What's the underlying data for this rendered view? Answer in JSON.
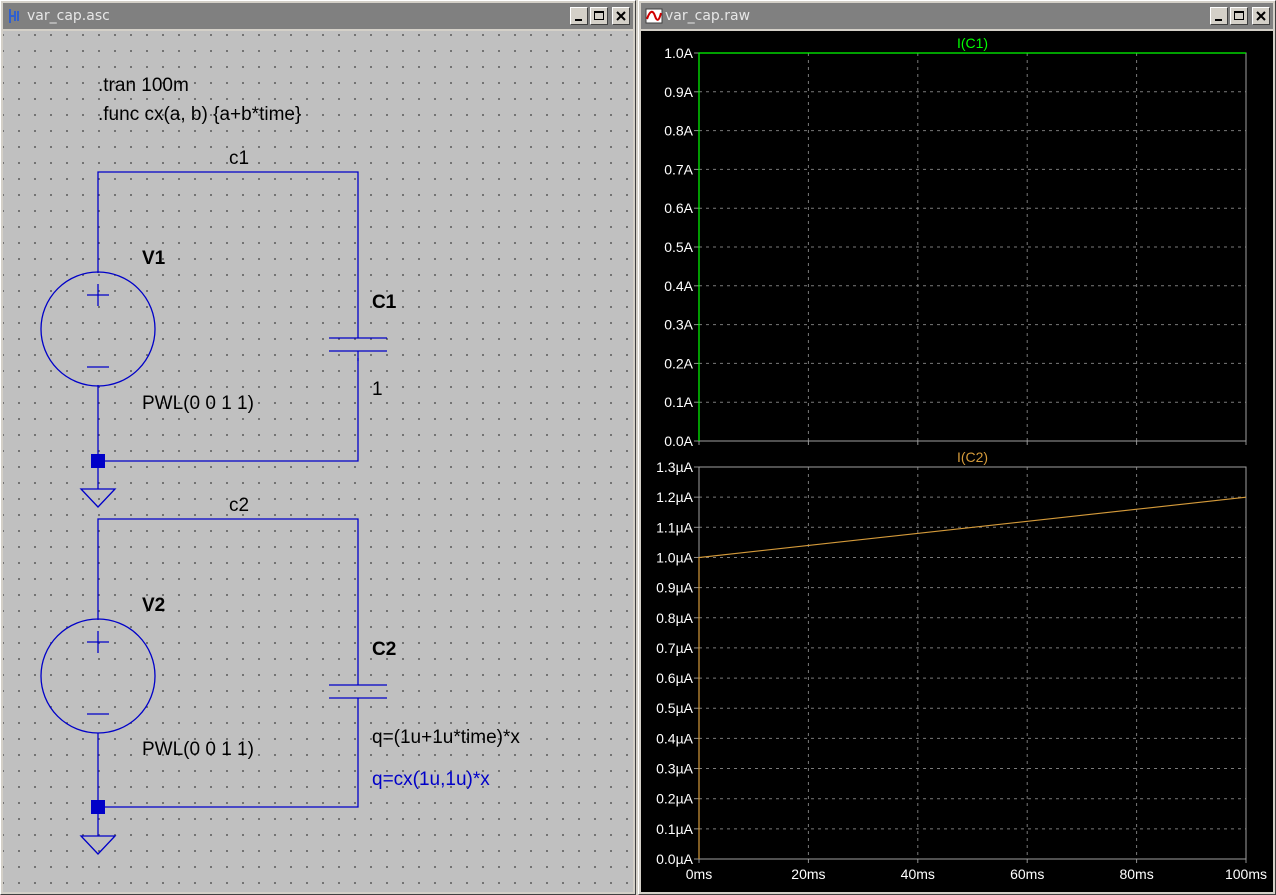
{
  "windows": {
    "schematic": {
      "title": "var_cap.asc"
    },
    "waveform": {
      "title": "var_cap.raw"
    }
  },
  "schematic": {
    "directives": {
      "line1": ".tran 100m",
      "line2": ".func cx(a, b) {a+b*time}"
    },
    "nets": {
      "top": "c1",
      "bottom": "c2"
    },
    "v1": {
      "name": "V1",
      "value": "PWL(0 0 1 1)"
    },
    "v2": {
      "name": "V2",
      "value": "PWL(0 0 1 1)"
    },
    "c1": {
      "name": "C1",
      "value": "1"
    },
    "c2": {
      "name": "C2",
      "value": "q=(1u+1u*time)*x",
      "value2": "q=cx(1u,1u)*x"
    },
    "colors": {
      "wire": "#0000c8",
      "text": "#000000",
      "directive_blue": "#0000c8"
    }
  },
  "chart_data": [
    {
      "type": "line",
      "title": "I(C1)",
      "xlabel": "",
      "ylabel": "",
      "xlim": [
        0,
        100
      ],
      "ylim": [
        0,
        1.0
      ],
      "yticks": [
        0,
        0.1,
        0.2,
        0.3,
        0.4,
        0.5,
        0.6,
        0.7,
        0.8,
        0.9,
        1.0
      ],
      "ytick_labels": [
        "0.0A",
        "0.1A",
        "0.2A",
        "0.3A",
        "0.4A",
        "0.5A",
        "0.6A",
        "0.7A",
        "0.8A",
        "0.9A",
        "1.0A"
      ],
      "xticks": [
        0,
        20,
        40,
        60,
        80,
        100
      ],
      "grid": true,
      "series": [
        {
          "name": "I(C1)",
          "color": "#00ff00",
          "x": [
            0,
            0,
            100
          ],
          "y": [
            0,
            1.0,
            1.0
          ]
        }
      ]
    },
    {
      "type": "line",
      "title": "I(C2)",
      "xlabel": "",
      "ylabel": "",
      "xlim": [
        0,
        100
      ],
      "ylim": [
        0,
        1.3
      ],
      "yticks": [
        0,
        0.1,
        0.2,
        0.3,
        0.4,
        0.5,
        0.6,
        0.7,
        0.8,
        0.9,
        1.0,
        1.1,
        1.2,
        1.3
      ],
      "ytick_labels": [
        "0.0µA",
        "0.1µA",
        "0.2µA",
        "0.3µA",
        "0.4µA",
        "0.5µA",
        "0.6µA",
        "0.7µA",
        "0.8µA",
        "0.9µA",
        "1.0µA",
        "1.1µA",
        "1.2µA",
        "1.3µA"
      ],
      "xticks": [
        0,
        20,
        40,
        60,
        80,
        100
      ],
      "xtick_labels": [
        "0ms",
        "20ms",
        "40ms",
        "60ms",
        "80ms",
        "100ms"
      ],
      "grid": true,
      "series": [
        {
          "name": "I(C2)",
          "color": "#d49a3a",
          "x": [
            0,
            0,
            100
          ],
          "y": [
            0,
            1.0,
            1.2
          ]
        }
      ]
    }
  ]
}
